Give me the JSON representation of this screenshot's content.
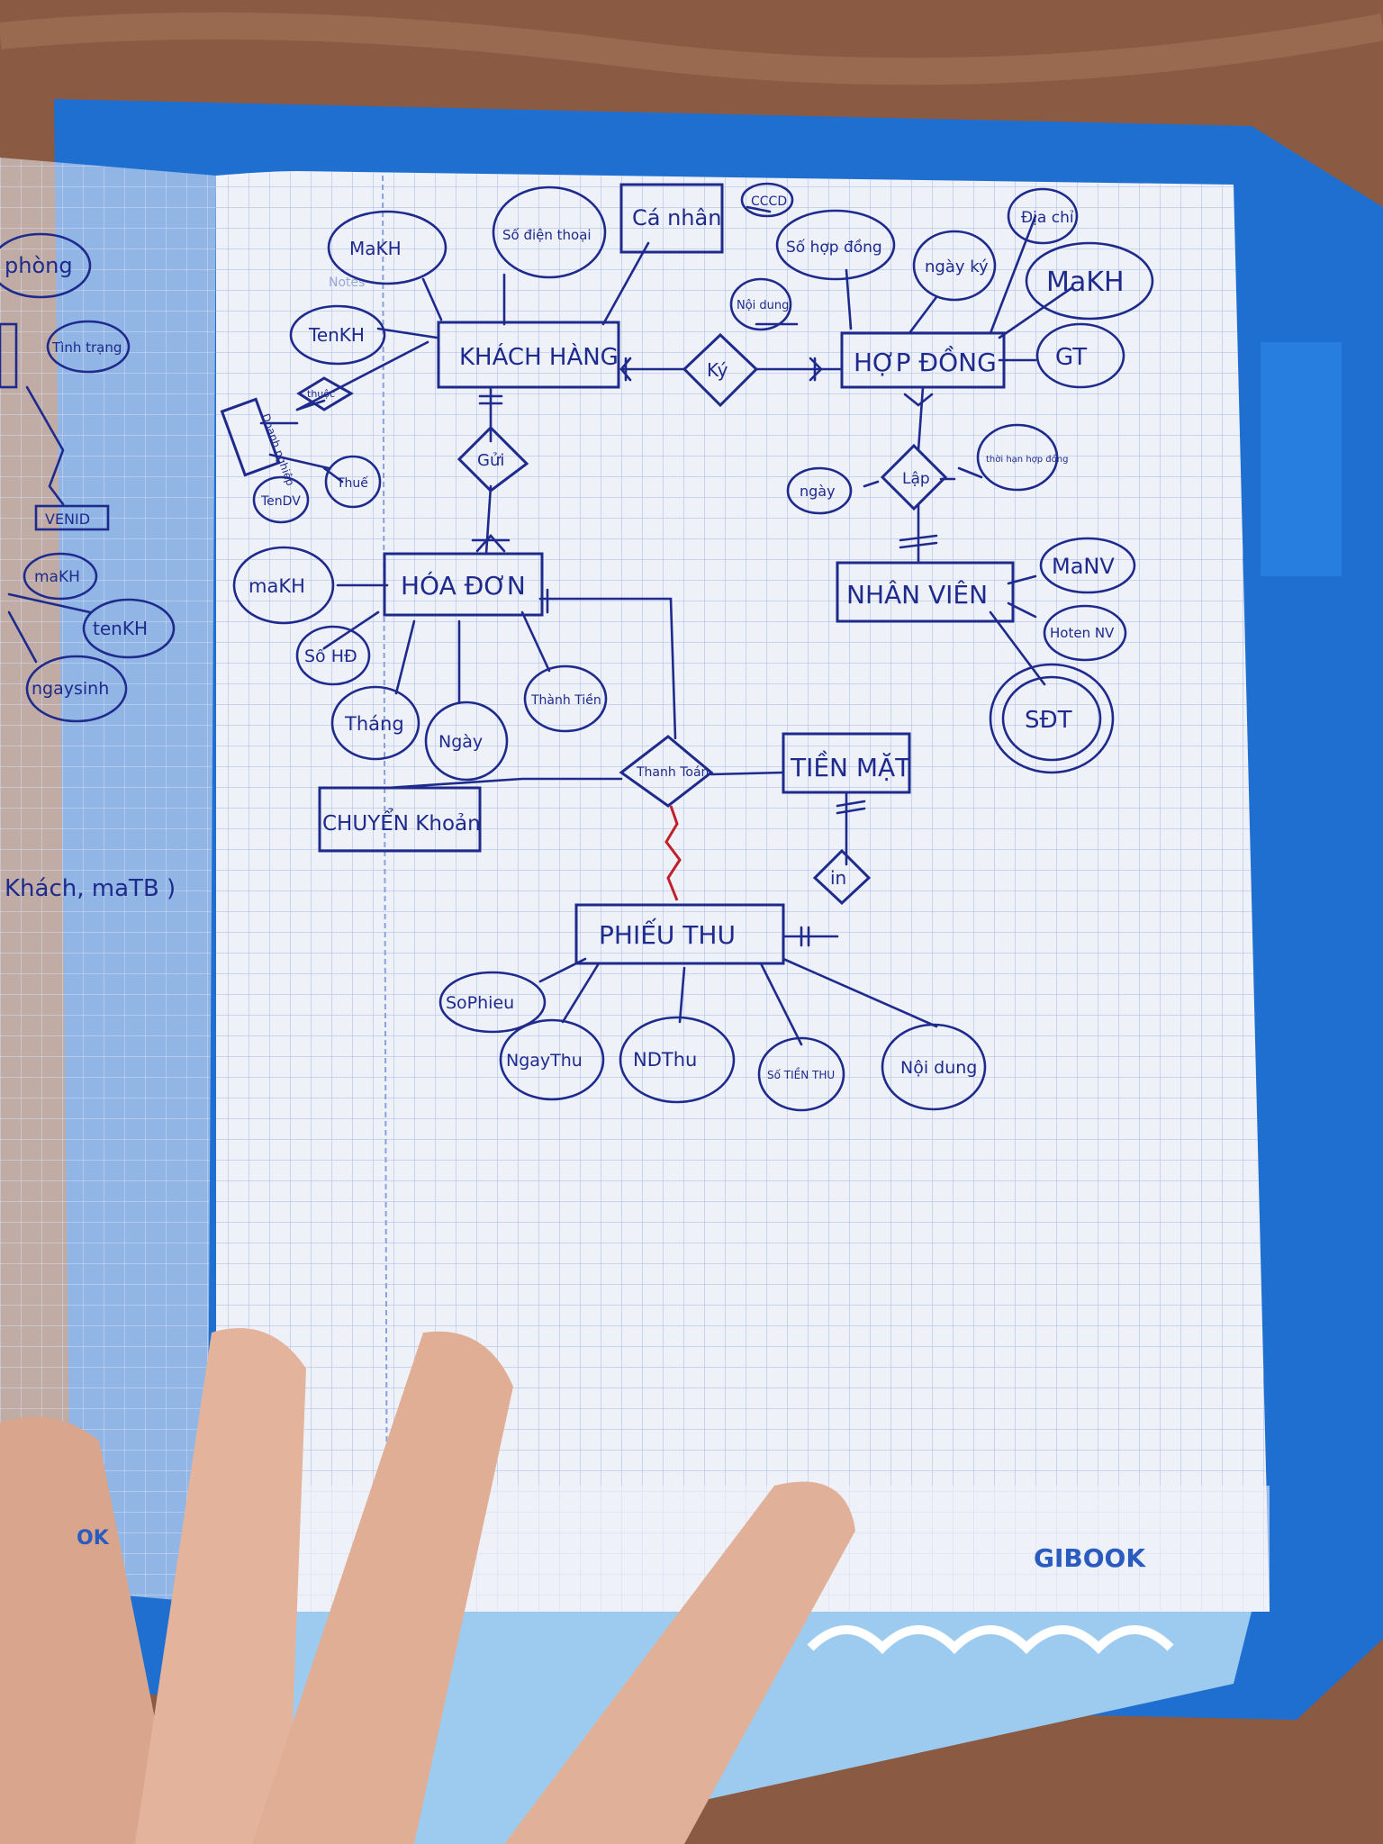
{
  "diagram": {
    "entities": {
      "khach_hang": "KHÁCH HÀNG",
      "hop_dong": "HỢP ĐỒNG",
      "hoa_don": "HÓA ĐƠN",
      "nhan_vien": "NHÂN VIÊN",
      "tien_mat": "TIỀN MẶT",
      "chuyen_khoan": "CHUYỂN Khoản",
      "phieu_thu": "PHIẾU THU",
      "ca_nhan": "Cá nhân"
    },
    "relationships": {
      "ky": "Ký",
      "gui": "Gửi",
      "lap": "Lập",
      "thanh_toan": "Thanh Toán",
      "in": "in",
      "thuoc": "thuộc"
    },
    "attributes": {
      "makh_kh": "MaKH",
      "so_dien_thoai": "Số điện thoại",
      "cccd": "CCCD",
      "tenkh": "TenKH",
      "doanh_nghiep": "Doanh nghiệp",
      "tendv": "TenDV",
      "thue": "Thuế",
      "so_hop_dong": "Số hợp đồng",
      "ngay_ky": "ngày ký",
      "dia_chi": "Địa chỉ",
      "makh_hd": "MaKH",
      "noi_dung": "Nội dung",
      "gia_tri": "GT",
      "ngay_lap": "ngày",
      "thoi_han_hop_dong": "thời hạn hợp đồng",
      "manv": "MaNV",
      "hoten_nv": "Hoten NV",
      "sdt": "SĐT",
      "makh_hoadon": "maKH",
      "so_hd": "Số HĐ",
      "thang": "Tháng",
      "ngay": "Ngày",
      "thanh_tien": "Thành Tiền",
      "so_phieu": "SoPhieu",
      "ngay_thu": "NgayThu",
      "nd_thu": "NDThu",
      "so_tien_thu": "Số TIỀN THU",
      "noi_dung_thu": "Nội dung"
    },
    "left_page": {
      "phong": "phòng",
      "tinh_trang": "Tình trạng",
      "venid": "VENID",
      "makh": "maKH",
      "tenkh": "tenKH",
      "ngaysinh": "ngaysinh",
      "khach_ma": "Khách, maTB )",
      "brand_fragment": "OK"
    },
    "margin_label": "Notes",
    "brand": "GIBOOK"
  },
  "colors": {
    "ink": "#1e2a8c",
    "red_ink": "#c0202a",
    "paper": "#eef1f8",
    "grid": "#9fb1e2",
    "cover": "#1f6fd1"
  }
}
